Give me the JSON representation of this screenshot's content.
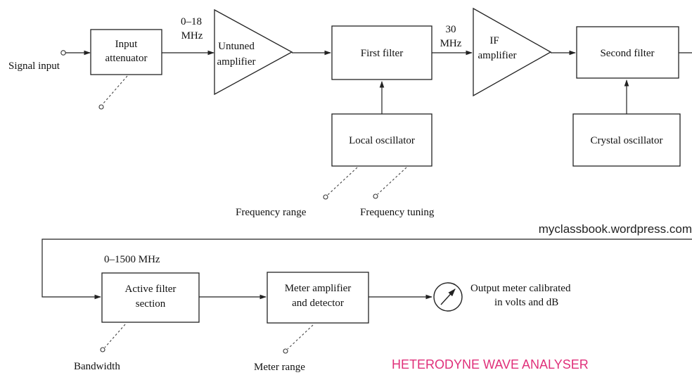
{
  "blocks": {
    "input_attenuator": [
      "Input",
      "attenuator"
    ],
    "untuned_amplifier": [
      "Untuned",
      "amplifier"
    ],
    "first_filter": [
      "First filter"
    ],
    "if_amplifier": [
      "IF",
      "amplifier"
    ],
    "second_filter": [
      "Second filter"
    ],
    "local_oscillator": [
      "Local oscillator"
    ],
    "crystal_oscillator": [
      "Crystal oscillator"
    ],
    "active_filter": [
      "Active filter",
      "section"
    ],
    "meter_amplifier": [
      "Meter amplifier",
      "and detector"
    ]
  },
  "labels": {
    "signal_input": "Signal input",
    "freq_0_18": [
      "0–18",
      "MHz"
    ],
    "freq_30": [
      "30",
      "MHz"
    ],
    "freq_0_1500": "0–1500 MHz",
    "output_meter": [
      "Output meter calibrated",
      "in volts and dB"
    ]
  },
  "controls": {
    "frequency_range": "Frequency range",
    "frequency_tuning": "Frequency tuning",
    "bandwidth": "Bandwidth",
    "meter_range": "Meter range"
  },
  "watermark": "myclassbook.wordpress.com",
  "caption": "HETERODYNE WAVE ANALYSER",
  "colors": {
    "caption": "#e0307a",
    "ink": "#222222",
    "watermark": "#222222"
  }
}
